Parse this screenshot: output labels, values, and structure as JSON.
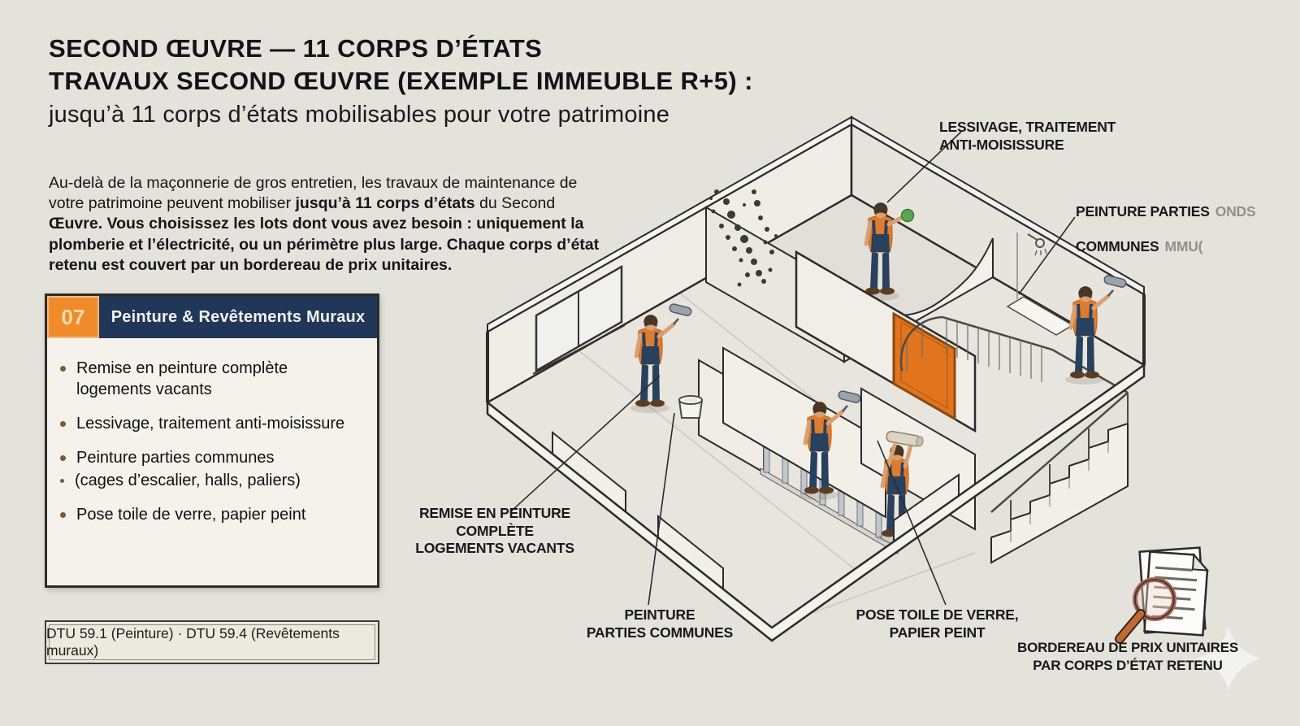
{
  "title": {
    "line1": "SECOND ŒUVRE — 11 CORPS D’ÉTATS",
    "line2": "TRAVAUX SECOND ŒUVRE (EXEMPLE IMMEUBLE R+5) :",
    "line3": "jusqu’à 11 corps d’états mobilisables pour votre patrimoine"
  },
  "intro": {
    "part1": "Au-delà de la maçonnerie de gros entretien, les travaux de maintenance de votre patrimoine peuvent mobiliser ",
    "part2_bold": "jusqu’à 11 corps d’états",
    "part3": " du Second ",
    "part4_bold": "Œuvre. Vous choisissez les lots dont vous avez besoin : uniquement la plomberie et l’électricité, ou un périmètre plus large. Chaque corps d’état retenu est couvert par un bordereau de prix unitaires."
  },
  "lot_card": {
    "number": "07",
    "title": "Peinture & Revêtements Muraux",
    "items": [
      "Remise en peinture complète logements vacants",
      "Lessivage, traitement anti-moisissure",
      "Peinture parties communes",
      "(cages d’escalier, halls, paliers)",
      "Pose toile de verre, papier peint"
    ],
    "footnote": "DTU 59.1 (Peinture) · DTU 59.4 (Revêtements muraux)"
  },
  "callouts": {
    "lessivage": "LESSIVAGE, TRAITEMENT\nANTI-MOISISSURE",
    "peinture_fonds": {
      "main1": "PEINTURE PARTIES",
      "ghost1": "ONDS",
      "main2": "COMMUNES",
      "ghost2": "MMU("
    },
    "remise": "REMISE EN PEINTURE\nCOMPLÈTE\nLOGEMENTS VACANTS",
    "parties_communes": "PEINTURE\nPARTIES COMMUNES",
    "pose_toile": "POSE TOILE DE VERRE,\nPAPIER PEINT",
    "bordereau": "BORDEREAU DE PRIX UNITAIRES\nPAR CORPS D’ÉTAT RETENU"
  },
  "colors": {
    "background": "#e3e2db",
    "accent_orange": "#ef8b2b",
    "navy": "#20375a",
    "card_bg": "#f4f2ea",
    "worker_shirt": "#dd7b2e",
    "worker_overalls": "#27415f",
    "mold": "#373d30",
    "door_orange": "#e2741e"
  }
}
